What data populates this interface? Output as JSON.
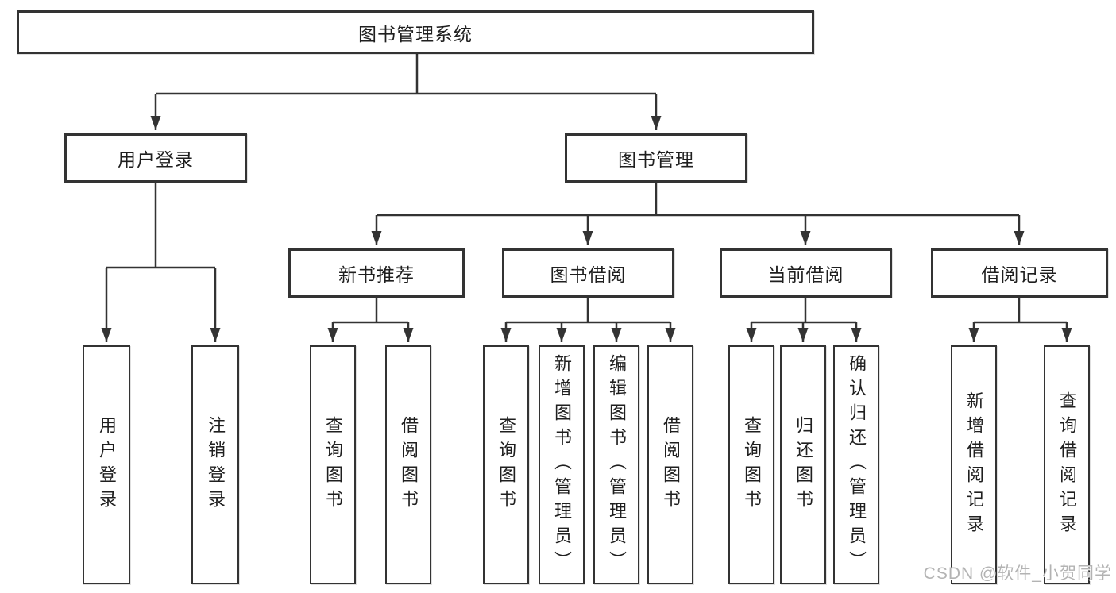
{
  "tree": {
    "label": "图书管理系统",
    "children": [
      {
        "label": "用户登录",
        "children": [
          {
            "label": "用户登录"
          },
          {
            "label": "注销登录"
          }
        ]
      },
      {
        "label": "图书管理",
        "children": [
          {
            "label": "新书推荐",
            "children": [
              {
                "label": "查询图书"
              },
              {
                "label": "借阅图书"
              }
            ]
          },
          {
            "label": "图书借阅",
            "children": [
              {
                "label": "查询图书"
              },
              {
                "label": "新增图书（管理员）"
              },
              {
                "label": "编辑图书（管理员）"
              },
              {
                "label": "借阅图书"
              }
            ]
          },
          {
            "label": "当前借阅",
            "children": [
              {
                "label": "查询图书"
              },
              {
                "label": "归还图书"
              },
              {
                "label": "确认归还（管理员）"
              }
            ]
          },
          {
            "label": "借阅记录",
            "children": [
              {
                "label": "新增借阅记录"
              },
              {
                "label": "查询借阅记录"
              }
            ]
          }
        ]
      }
    ]
  },
  "watermark": "CSDN @软件_小贺同学",
  "colors": {
    "line": "#333333",
    "box_border": "#333333",
    "text": "#1f1f1f",
    "background": "#ffffff",
    "watermark": "#b3b3b3"
  }
}
